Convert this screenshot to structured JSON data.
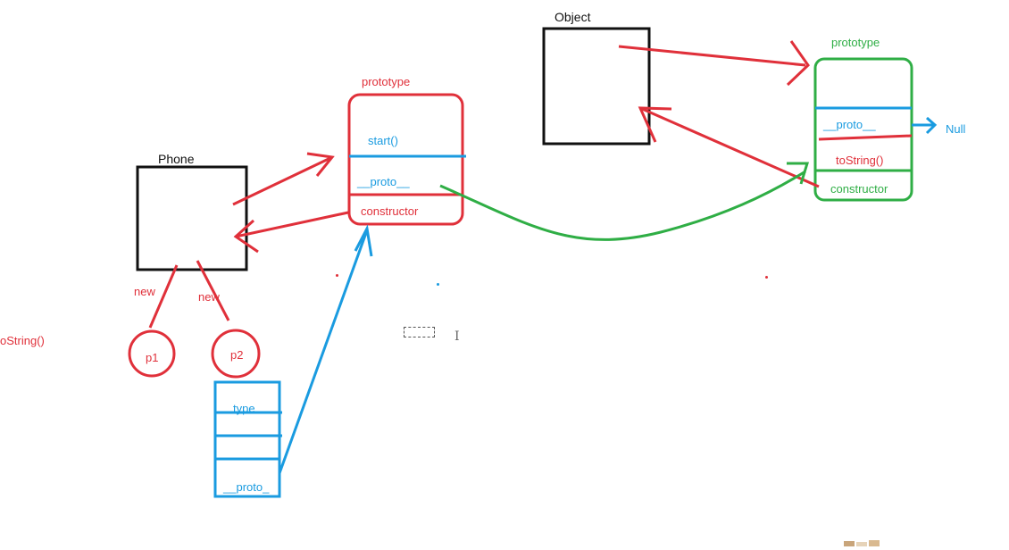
{
  "colors": {
    "black": "#111111",
    "red": "#e0303a",
    "blue": "#1a9be0",
    "green": "#2fae45"
  },
  "phone": {
    "title": "Phone",
    "new_left": "new",
    "new_right": "new",
    "instance_1": "p1",
    "instance_2": "p2"
  },
  "phone_prototype": {
    "title": "prototype",
    "method": "start()",
    "proto": "__proto__",
    "constructor": "constructor"
  },
  "instance_object": {
    "type": "type",
    "proto": "__proto_"
  },
  "object": {
    "title": "Object"
  },
  "object_prototype": {
    "title": "prototype",
    "proto": "__proto__",
    "null_label": "Null",
    "method": "toString()",
    "constructor": "constructor"
  },
  "left_partial_text": "oString()",
  "cursor_glyph": "I"
}
